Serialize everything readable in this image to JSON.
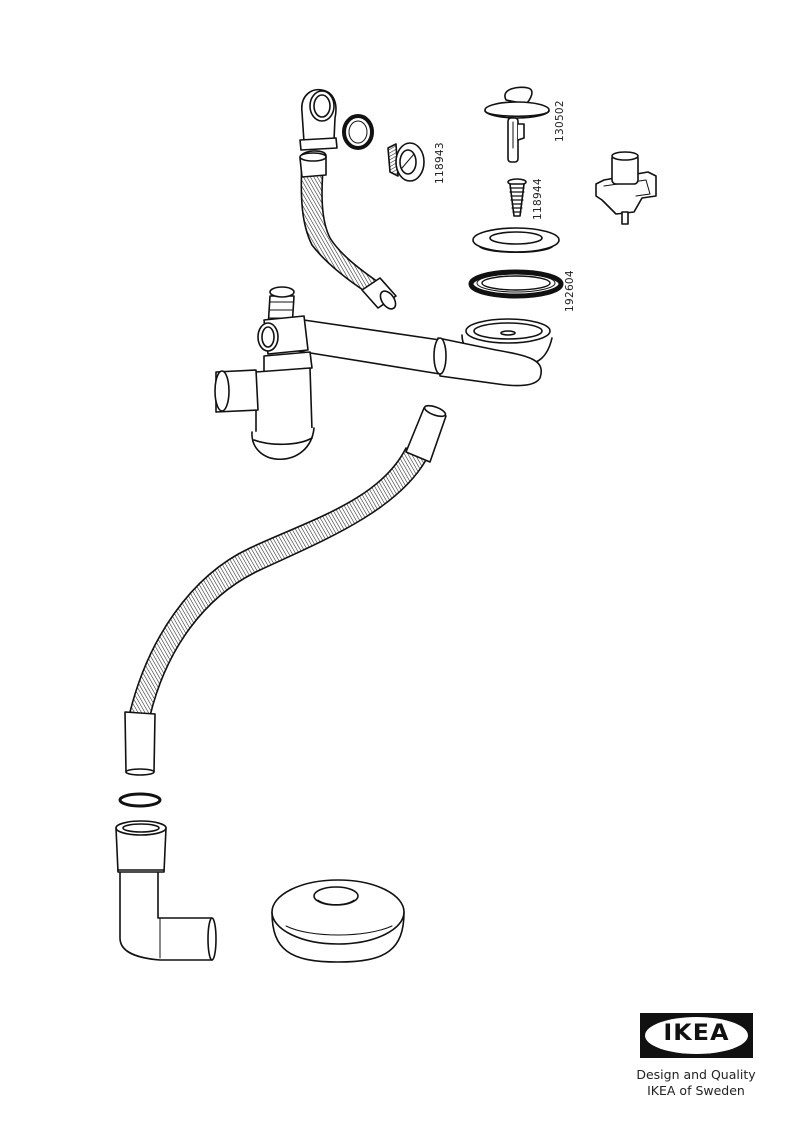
{
  "document": {
    "type": "assembly-instruction-cover",
    "illustration": "sink drain / siphon kit exploded view"
  },
  "part_numbers": [
    {
      "id": "130502",
      "label": "130502"
    },
    {
      "id": "118943",
      "label": "118943"
    },
    {
      "id": "118944",
      "label": "118944"
    },
    {
      "id": "192604",
      "label": "192604"
    }
  ],
  "parts": [
    "elbow-connector",
    "o-ring-small",
    "threaded-adapter",
    "flexible-overflow-hose",
    "pop-up-stopper",
    "screw",
    "strainer-flange",
    "rubber-gasket",
    "strainer-basket",
    "spanner-key",
    "siphon-trap",
    "horizontal-drain-pipe",
    "flexible-drain-hose",
    "o-ring-large",
    "l-elbow-pipe",
    "wall-rosette"
  ],
  "branding": {
    "logo_text": "IKEA",
    "tagline_line1": "Design and Quality",
    "tagline_line2": "IKEA of Sweden",
    "logo_color": "#111111",
    "logo_bg": "#ffffff"
  }
}
